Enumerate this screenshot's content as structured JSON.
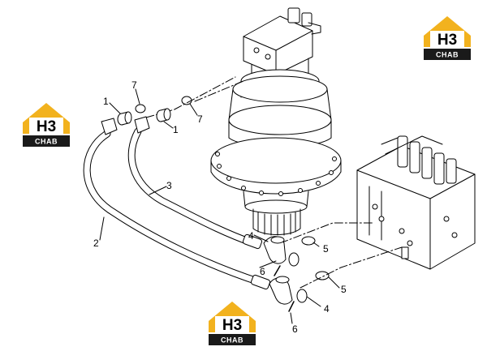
{
  "logo": {
    "big": "H3",
    "small": "CHAB",
    "brand_color": "#f2b21e",
    "dark_color": "#1a1a1a"
  },
  "callouts": {
    "c1a": "1",
    "c1b": "1",
    "c2": "2",
    "c3": "3",
    "c4a": "4",
    "c4b": "4",
    "c5a": "5",
    "c5b": "5",
    "c6a": "6",
    "c6b": "6",
    "c7a": "7",
    "c7b": "7"
  }
}
